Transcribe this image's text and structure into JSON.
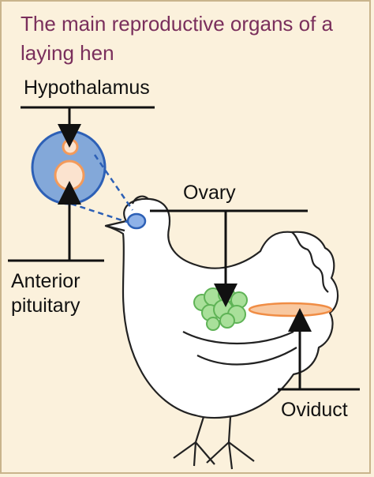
{
  "title": "The main reproductive organs of a laying hen",
  "labels": {
    "hypothalamus": "Hypothalamus",
    "anterior_pituitary_line1": "Anterior",
    "anterior_pituitary_line2": "pituitary",
    "ovary": "Ovary",
    "oviduct": "Oviduct"
  },
  "colors": {
    "title": "#7a2f5c",
    "background": "#fbf1dc",
    "brain_circle": "#5b8fd8",
    "gland": "#f39a5a",
    "ovary": "#8fd27c",
    "oviduct": "#f3a36a"
  }
}
